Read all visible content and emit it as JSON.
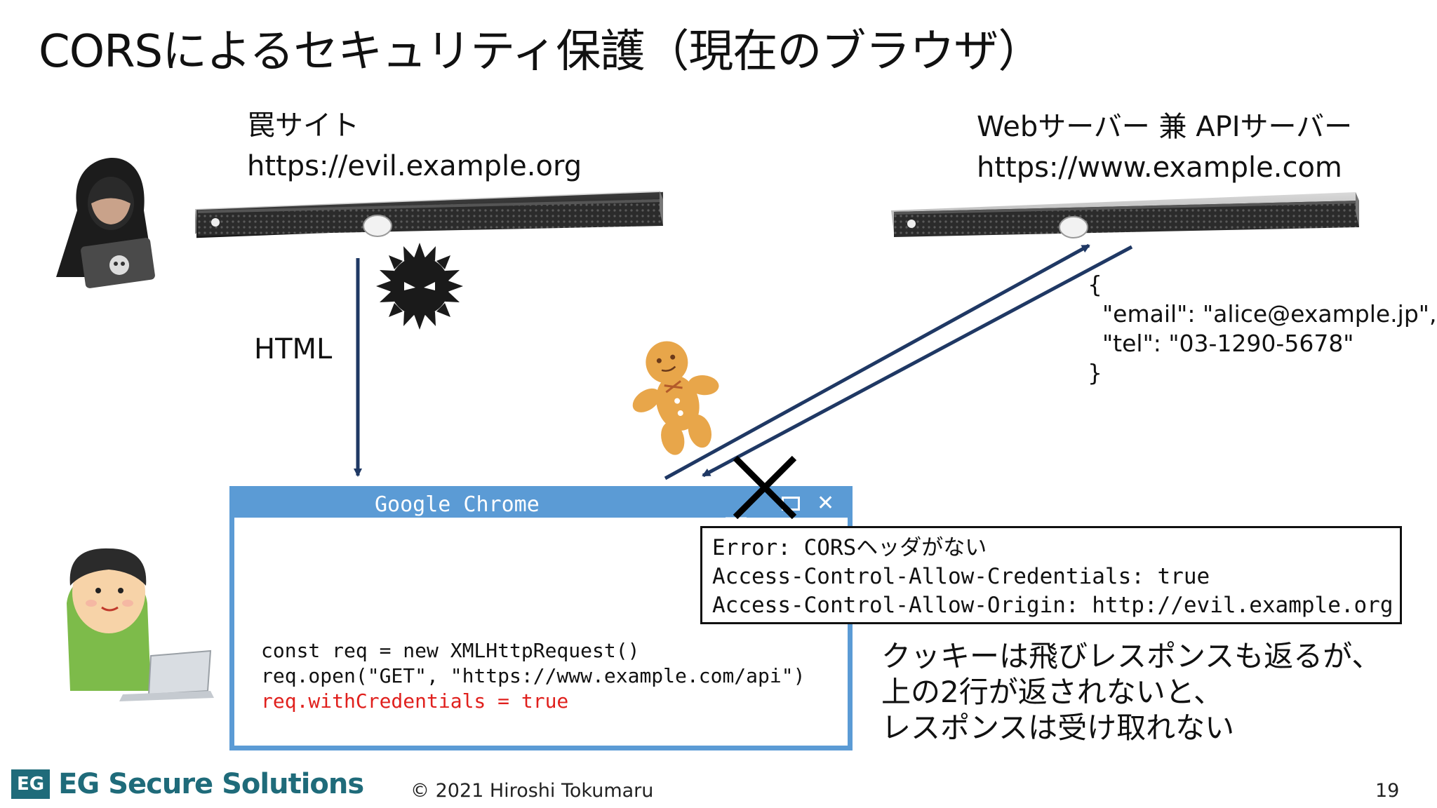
{
  "slide": {
    "title": "CORSによるセキュリティ保護（現在のブラウザ）",
    "page_number": "19",
    "copyright": "© 2021 Hiroshi Tokumaru"
  },
  "logo": {
    "mark": "EG",
    "text": "EG Secure Solutions"
  },
  "evil_server": {
    "name": "罠サイト",
    "url": "https://evil.example.org"
  },
  "api_server": {
    "name": "Webサーバー 兼 APIサーバー",
    "url": "https://www.example.com"
  },
  "html_label": "HTML",
  "json_response": {
    "open": "{",
    "line1": "\"email\": \"alice@example.jp\",",
    "line2": "\"tel\": \"03-1290-5678\"",
    "close": "}"
  },
  "browser": {
    "title": "Google Chrome",
    "minimize": "＿",
    "close": "✕",
    "code": [
      "const req = new XMLHttpRequest()",
      "req.open(\"GET\", \"https://www.example.com/api\")"
    ],
    "code_highlight": "req.withCredentials = true"
  },
  "error_box": {
    "line1": "Error: CORSヘッダがない",
    "line2": "Access-Control-Allow-Credentials: true",
    "line3": "Access-Control-Allow-Origin: http://evil.example.org"
  },
  "note": [
    "クッキーは飛びレスポンスも返るが、",
    "上の2行が返されないと、",
    "レスポンスは受け取れない"
  ],
  "colors": {
    "browser_blue": "#5b9bd5",
    "arrow_navy": "#1f3864",
    "highlight_red": "#e0201d",
    "logo_teal": "#1f6b7a"
  }
}
